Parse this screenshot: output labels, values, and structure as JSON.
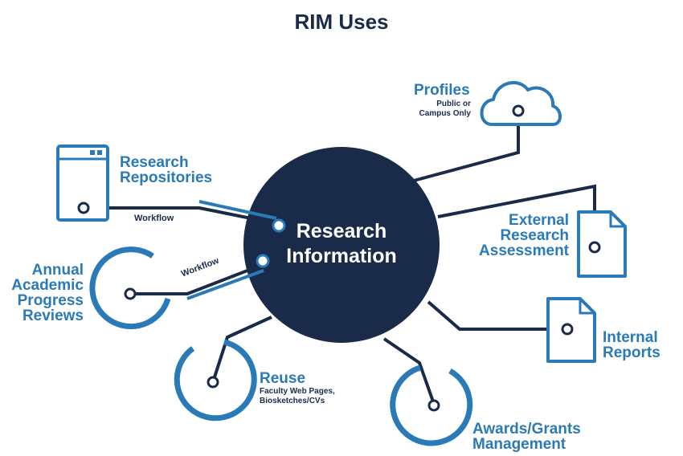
{
  "title": "RIM Uses",
  "center": {
    "line1": "Research",
    "line2": "Information"
  },
  "nodes": {
    "profiles": {
      "label": "Profiles",
      "sub1": "Public or",
      "sub2": "Campus Only"
    },
    "repositories": {
      "line1": "Research",
      "line2": "Repositories"
    },
    "external": {
      "line1": "External",
      "line2": "Research",
      "line3": "Assessment"
    },
    "annual": {
      "line1": "Annual",
      "line2": "Academic",
      "line3": "Progress",
      "line4": "Reviews"
    },
    "internal": {
      "line1": "Internal",
      "line2": "Reports"
    },
    "reuse": {
      "label": "Reuse",
      "sub1": "Faculty Web Pages,",
      "sub2": "Biosketches/CVs"
    },
    "awards": {
      "line1": "Awards/Grants",
      "line2": "Management"
    }
  },
  "workflow_labels": {
    "repositories": "Workflow",
    "annual": "Workflow"
  },
  "colors": {
    "navy": "#1a2b4a",
    "blue": "#2a7ab8",
    "white": "#ffffff"
  }
}
